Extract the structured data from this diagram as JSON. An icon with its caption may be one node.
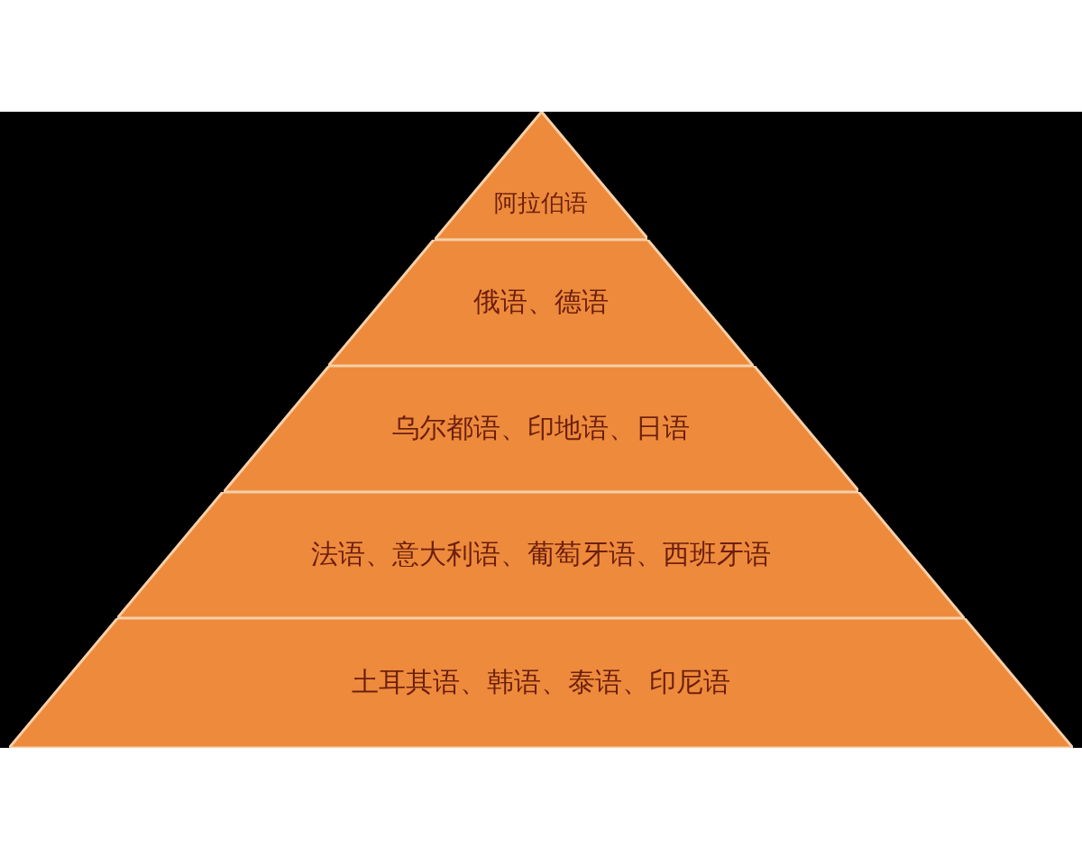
{
  "diagram": {
    "nodes": [
      {
        "text": [
          "阿拉伯语"
        ]
      },
      {
        "text": [
          "俄语、德语"
        ]
      },
      {
        "text": [
          "乌尔都语、印地语、日语"
        ]
      },
      {
        "text": [
          "法语、意大利语、葡萄牙语、西班牙语"
        ]
      },
      {
        "text": [
          "土耳其语、韩语、泰语、印尼语"
        ]
      }
    ]
  }
}
